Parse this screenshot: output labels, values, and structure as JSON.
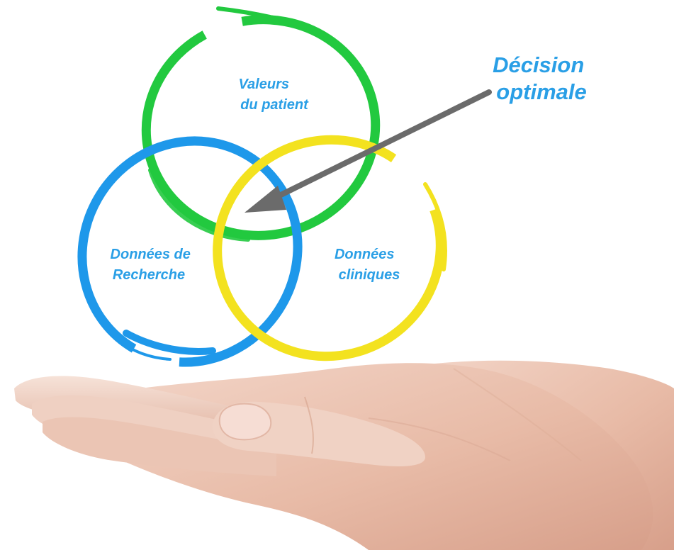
{
  "diagram": {
    "circles": [
      {
        "id": "patient",
        "lines": [
          "Valeurs",
          "du patient"
        ],
        "color": "#22c93f"
      },
      {
        "id": "research",
        "lines": [
          "Données de",
          "Recherche"
        ],
        "color": "#1e98ea"
      },
      {
        "id": "clinical",
        "lines": [
          "Données",
          "cliniques"
        ],
        "color": "#f3e21f"
      }
    ],
    "callout": {
      "lines": [
        "Décision",
        "optimale"
      ],
      "label_color": "#2a9fe6",
      "arrow_color": "#6b6b6b"
    }
  },
  "image": {
    "depicts": "open-palm-hand"
  }
}
